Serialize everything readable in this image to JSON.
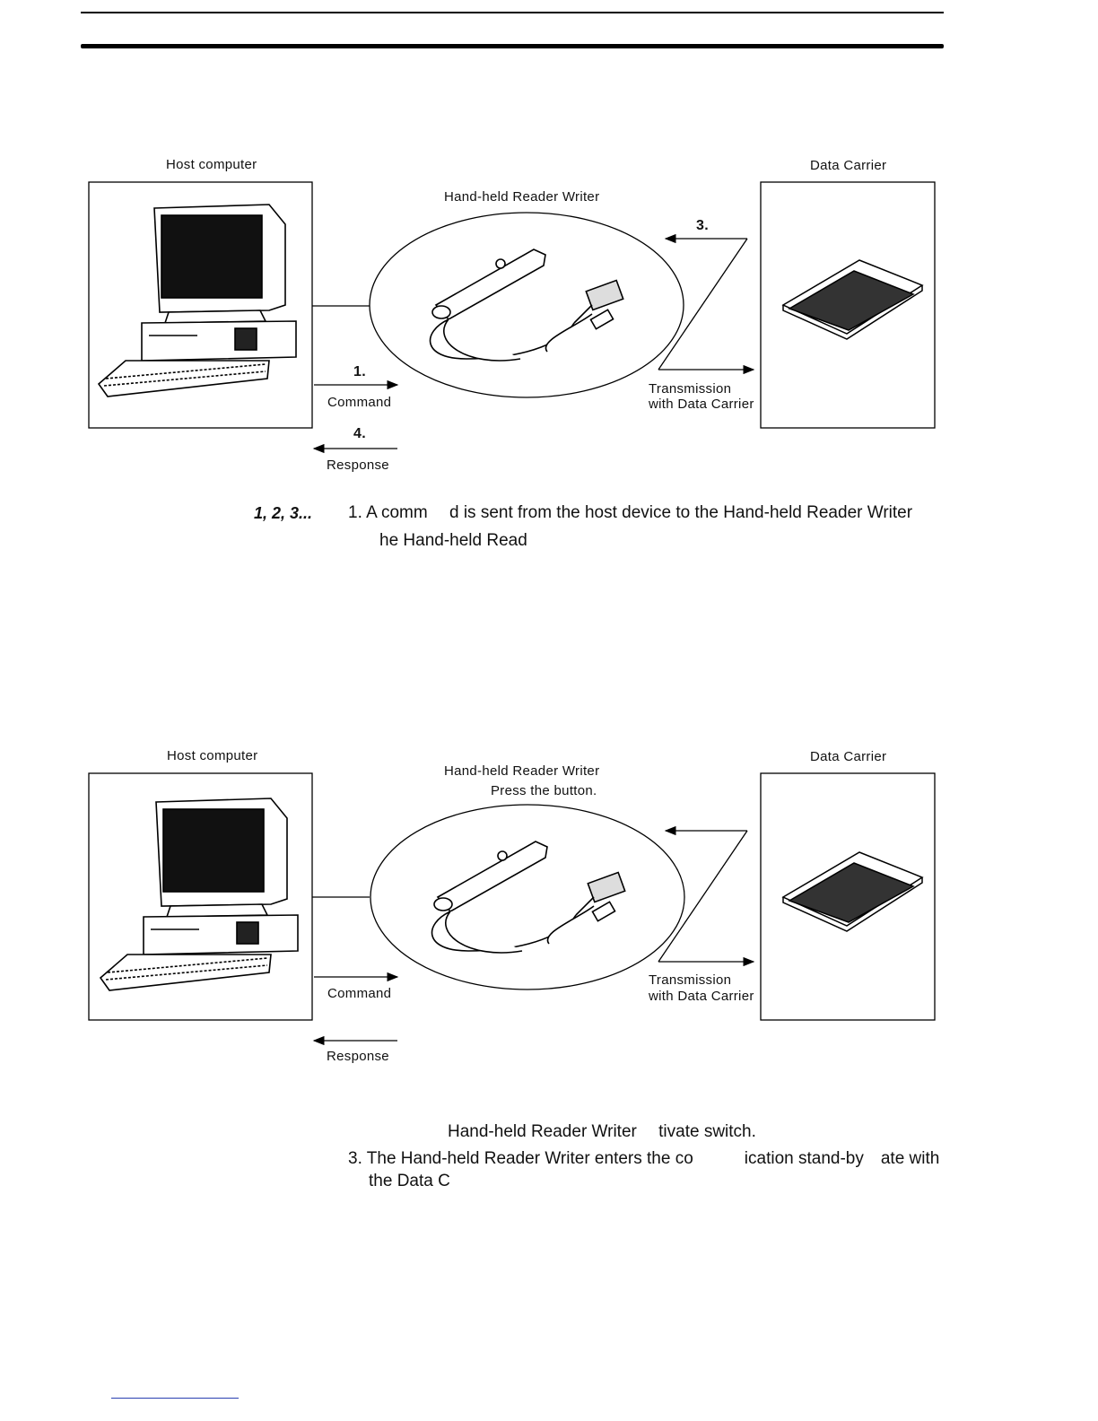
{
  "figure1": {
    "host_label": "Host computer",
    "rw_label": "Hand-held Reader Writer",
    "carrier_label": "Data Carrier",
    "step1": "1.",
    "command": "Command",
    "step3": "3.",
    "step4": "4.",
    "response": "Response",
    "transmission_line1": "Transmission",
    "transmission_line2": "with Data Carrier"
  },
  "steps_block1": {
    "marker": "1, 2, 3...",
    "line1": "1. A comm  d is sent from the host device to the Hand-held Reader Writer",
    "line2": "he Hand-held Read"
  },
  "figure2": {
    "host_label": "Host computer",
    "rw_label": "Hand-held Reader Writer",
    "press_label": "Press the button.",
    "carrier_label": "Data Carrier",
    "command": "Command",
    "response": "Response",
    "transmission_line1": "Transmission",
    "transmission_line2": "with Data Carrier"
  },
  "steps_block2": {
    "line1": "Hand-held Reader Writer  tivate switch.",
    "line2": "3. The Hand-held Reader Writer enters the co   ication stand-by ate with",
    "line3": "the Data C"
  }
}
